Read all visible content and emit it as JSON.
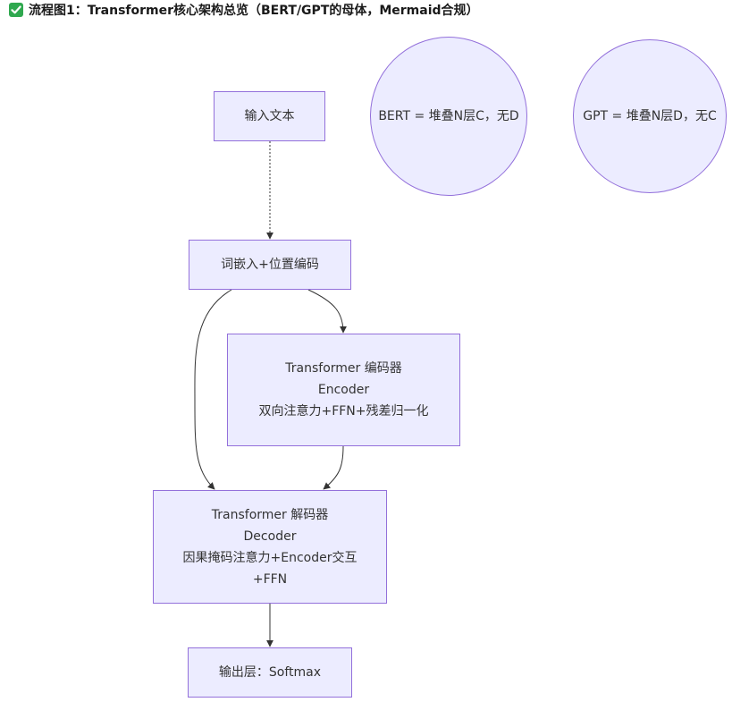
{
  "heading": {
    "check_icon": "check-mark-icon",
    "text": "流程图1：Transformer核心架构总览（BERT/GPT的母体，Mermaid合规）"
  },
  "diagram": {
    "colors": {
      "node_fill": "#ececff",
      "node_stroke": "#9370db",
      "edge": "#333333",
      "check": "#2fa84f"
    },
    "nodes": {
      "input": "输入文本",
      "embedding": "词嵌入+位置编码",
      "encoder": "Transformer 编码器\nEncoder\n双向注意力+FFN+残差归一化",
      "decoder": "Transformer 解码器\nDecoder\n因果掩码注意力+Encoder交互+FFN",
      "output": "输出层：Softmax",
      "bert": "BERT = 堆叠N层C，无D",
      "gpt": "GPT = 堆叠N层D，无C"
    },
    "edges": [
      {
        "from": "input",
        "to": "embedding"
      },
      {
        "from": "embedding",
        "to": "encoder"
      },
      {
        "from": "embedding",
        "to": "decoder"
      },
      {
        "from": "encoder",
        "to": "decoder"
      },
      {
        "from": "decoder",
        "to": "output"
      }
    ]
  }
}
